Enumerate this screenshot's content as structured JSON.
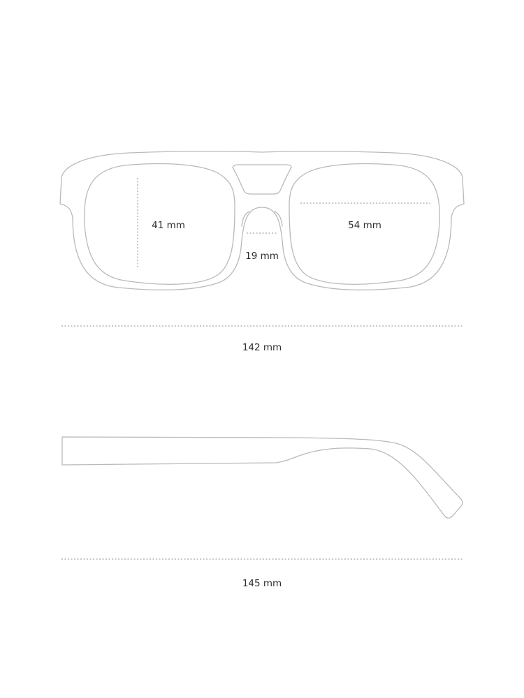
{
  "front_view": {
    "lens_height_label": "41 mm",
    "lens_width_label": "54 mm",
    "bridge_width_label": "19 mm",
    "frame_width_label": "142 mm"
  },
  "side_view": {
    "temple_length_label": "145 mm"
  },
  "colors": {
    "outline": "#b9b9b9",
    "dimension_line": "#8f8f8f",
    "text": "#2e2e2e",
    "background": "#ffffff"
  }
}
